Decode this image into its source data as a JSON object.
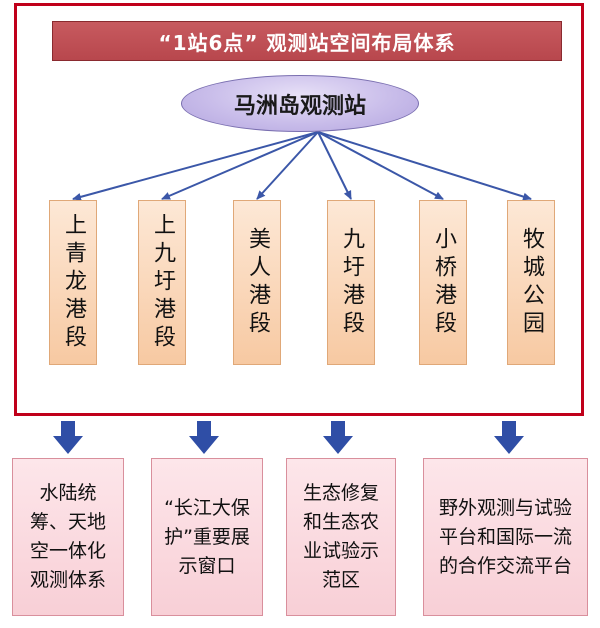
{
  "diagram": {
    "title": "“1站6点” 观测站空间布局体系",
    "hub": "马洲岛观测站",
    "sites": [
      "上青龙港段",
      "上九圩港段",
      "美人港段",
      "九圩港段",
      "小桥港段",
      "牧城公园"
    ],
    "outcomes": [
      "水陆统筹、天地空一体化观测体系",
      "“长江大保护”重要展示窗口",
      "生态修复和生态农业试验示范区",
      "野外观测与试验平台和国际一流的合作交流平台"
    ],
    "colors": {
      "frame": "#c0001a",
      "title_bar": "#b8474d",
      "hub_fill": "#c9bdea",
      "arrow": "#3b57a8",
      "site_fill": "#f7c9a2",
      "outcome_fill": "#f8cfd6"
    }
  }
}
